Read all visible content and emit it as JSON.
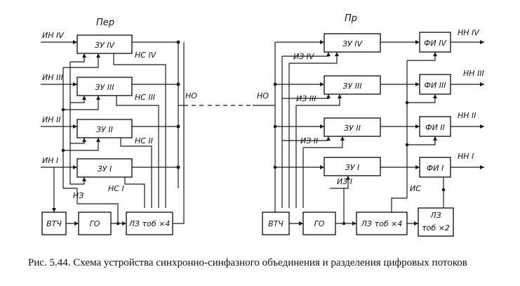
{
  "sections": {
    "transmitter": "Пер",
    "receiver": "Пр"
  },
  "transmitter": {
    "mem_blocks": [
      "ЗУ IV",
      "ЗУ III",
      "ЗУ II",
      "ЗУ I"
    ],
    "inputs": [
      "ИН IV",
      "ИН III",
      "ИН II",
      "ИН I"
    ],
    "sync_labels": [
      "НС IV",
      "НС III",
      "НС II",
      "НС I"
    ],
    "nz": "НЗ",
    "vtch": "ВТЧ",
    "go": "ГО",
    "delay": "ЛЗ τоб ×4"
  },
  "link": {
    "out": "НО",
    "in": "НО"
  },
  "receiver": {
    "mem_blocks": [
      "ЗУ IV",
      "ЗУ III",
      "ЗУ II",
      "ЗУ I"
    ],
    "fi_blocks": [
      "ФИ IV",
      "ФИ III",
      "ФИ II",
      "ФИ I"
    ],
    "outputs": [
      "НН IV",
      "НН III",
      "НН II",
      "НН I"
    ],
    "iz_labels": [
      "ИЗ IV",
      "ИЗ III",
      "ИЗ II",
      "ИЗ I"
    ],
    "is": "ИС",
    "vtch": "ВТЧ",
    "go": "ГО",
    "delay4": "ЛЗ τоб ×4",
    "delay2_top": "ЛЗ",
    "delay2": "τоб ×2"
  },
  "caption": "Рис. 5.44. Схема устройства синхронно-синфазного объединения и разделения цифровых потоков"
}
